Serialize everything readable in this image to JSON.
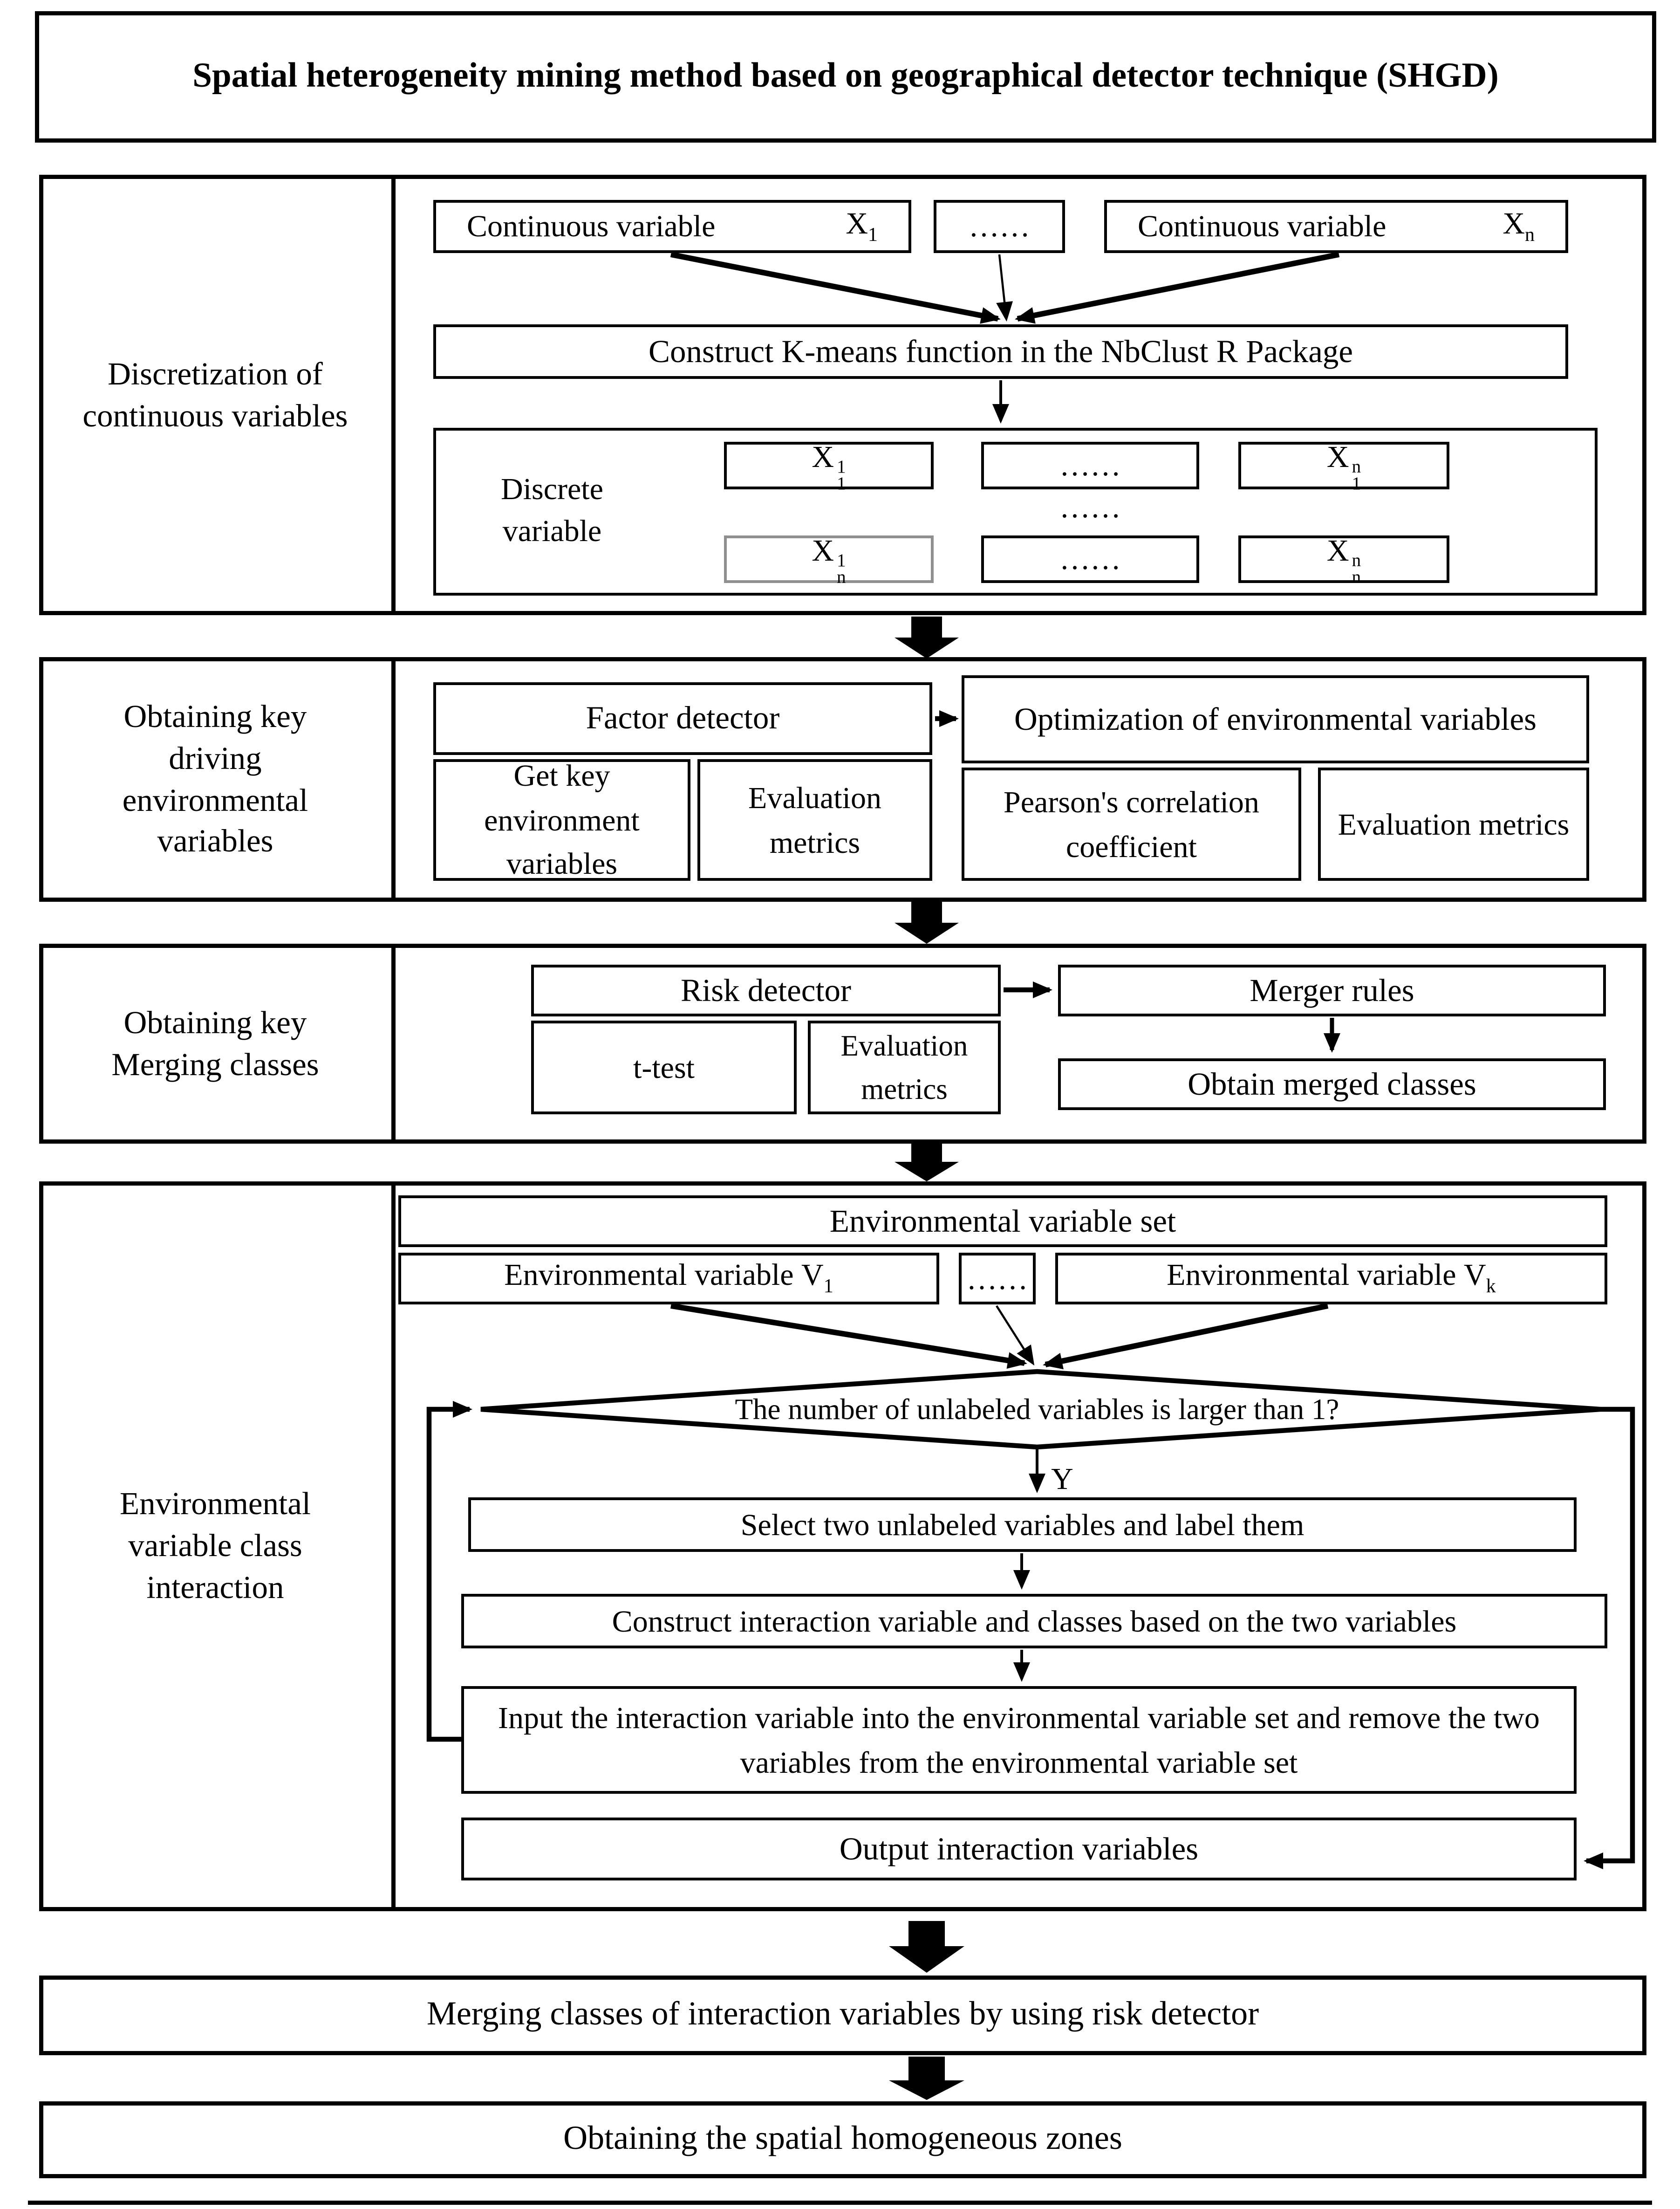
{
  "title": "Spatial heterogeneity mining method based on geographical detector technique (SHGD)",
  "dots": "……",
  "s1": {
    "label": "Discretization of continuous variables",
    "cont_label": "Continuous variable",
    "var_base": "X",
    "sub1": "1",
    "subn": "n",
    "kmeans": "Construct K-means function in the NbClust R Package",
    "discrete_label": "Discrete variable",
    "grid": {
      "r1c1": {
        "sup": "1",
        "sub": "1"
      },
      "r1c3": {
        "sup": "n",
        "sub": "1"
      },
      "r2c1": {
        "sup": "1",
        "sub": "n"
      },
      "r2c3": {
        "sup": "n",
        "sub": "n"
      }
    }
  },
  "s2": {
    "label": "Obtaining key driving environmental variables",
    "factor": "Factor detector",
    "get_key": "Get key environment variables",
    "eval_metrics_1": "Evaluation metrics",
    "optimization": "Optimization of environmental variables",
    "pearson": "Pearson's correlation coefficient",
    "eval_metrics_2": "Evaluation metrics"
  },
  "s3": {
    "label": "Obtaining key Merging classes",
    "risk": "Risk detector",
    "ttest": "t-test",
    "eval_metrics": "Evaluation metrics",
    "merger": "Merger rules",
    "obtain": "Obtain merged classes"
  },
  "s4": {
    "label": "Environmental variable class interaction",
    "env_set": "Environmental variable set",
    "env_var_label": "Environmental variable",
    "var_base": "V",
    "sub1": "1",
    "subk": "k",
    "decision": "The number of unlabeled variables is larger than 1?",
    "yes": "Y",
    "select": "Select two unlabeled variables and label them",
    "construct": "Construct interaction variable and classes based on the two variables",
    "input": "Input the interaction variable into the environmental variable set and remove the two variables from the environmental variable set",
    "output": "Output interaction variables"
  },
  "bottom": {
    "merging": "Merging classes of interaction variables by using risk detector",
    "zones": "Obtaining the spatial homogeneous zones"
  },
  "colors": {
    "line": "#000000",
    "background": "#ffffff"
  }
}
